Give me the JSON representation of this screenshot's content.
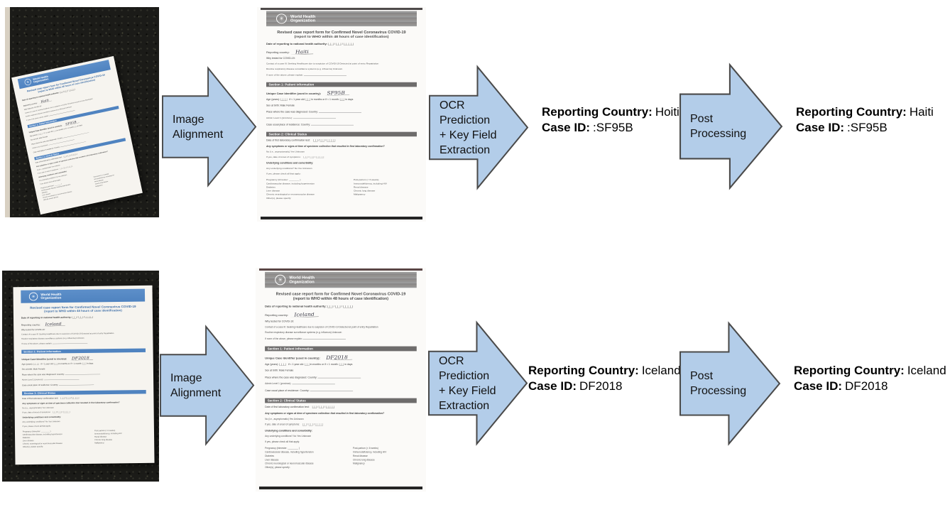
{
  "arrows": {
    "image_alignment": {
      "lines": [
        "Image",
        "Alignment"
      ]
    },
    "ocr": {
      "lines": [
        "OCR",
        "Prediction",
        "+ Key Field",
        "Extraction"
      ]
    },
    "post": {
      "lines": [
        "Post",
        "Processing"
      ]
    }
  },
  "outputs": {
    "country_label": "Reporting Country:",
    "case_label": "Case ID:"
  },
  "rows": [
    {
      "written_country": "Haiti",
      "written_case_id": "SF95B",
      "ocr_country": "Hoiti",
      "ocr_case_id": ":SF95B",
      "final_country": "Haiti",
      "final_case_id": ":SF95B"
    },
    {
      "written_country": "Iceland",
      "written_case_id": "DF2018",
      "ocr_country": "Iceland",
      "ocr_case_id": "DF2018",
      "final_country": "Iceland",
      "final_case_id": "DF2018"
    }
  ],
  "who_form": {
    "logo_glyph": "✳",
    "logo_line1": "World Health",
    "logo_line2": "Organization",
    "title": "Revised case report form for Confirmed Novel Coronavirus COVID-19",
    "subtitle": "(report to WHO within 48 hours of case identification)",
    "date_reporting_label": "Date of reporting to national health authority:",
    "date_boxes": "|_|_| / |_|_| / |_|_|_|_|",
    "reporting_country_label": "Reporting country:",
    "why_tested_label": "Why tested for COVID-19:",
    "why_options_line1": "Contact of a case      Ill: Seeking Healthcare due to suspicion of COVID-19      Detected at point of entry      Repatriation",
    "why_options_line2": "Routine respiratory disease surveillance systems (e.g. influenza)      Unknown",
    "why_options_line3": "If none of the above, please explain:",
    "section1_title": "Section 1: Patient Information",
    "unique_id_label": "Unique Case Identifier (used in country):",
    "age_label": "Age (years):  |_|_|_|",
    "age_note": "if < 1 year old: |_|_| in months or if < 1 month: |_|_| in days",
    "sex_label": "Sex at birth:     Male          Female",
    "place_diagnosed_label": "Place where the case was diagnosed:  Country:",
    "admin_level_label": "Admin Level 1 (province):",
    "residence_label": "Case usual place of residence:  Country:",
    "section2_title": "Section 2: Clinical Status",
    "lab_confirm_label": "Date of first laboratory confirmation test:",
    "lab_boxes": "|_|_| / |_|_| / |_|_|_|_|",
    "symptoms_q": "Any symptoms or signs at time of specimen collection that resulted in first laboratory confirmation?",
    "symptoms_opts": "No (i.e., asymptomatic)        Yes        Unknown",
    "symptoms_onset": "If yes, date of onset of symptoms:",
    "underlying_title": "Underlying conditions and comorbidity:",
    "underlying_q": "Any underlying conditions?        No        Yes        Unknown",
    "check_all_label": "If yes, please check all that apply:",
    "conditions_left": [
      "Pregnancy (trimester: ________ )",
      "Cardiovascular disease, including hypertension",
      "Diabetes",
      "Liver disease",
      "Chronic neurological or neuromuscular disease",
      "Other(s), please specify:"
    ],
    "conditions_right": [
      "Post-partum (< 6 weeks)",
      "Immunodeficiency, including HIV",
      "Renal disease",
      "Chronic lung disease",
      "Malignancy"
    ]
  },
  "colors": {
    "arrow_fill": "#b3cde9",
    "arrow_stroke": "#4a4a4a"
  }
}
